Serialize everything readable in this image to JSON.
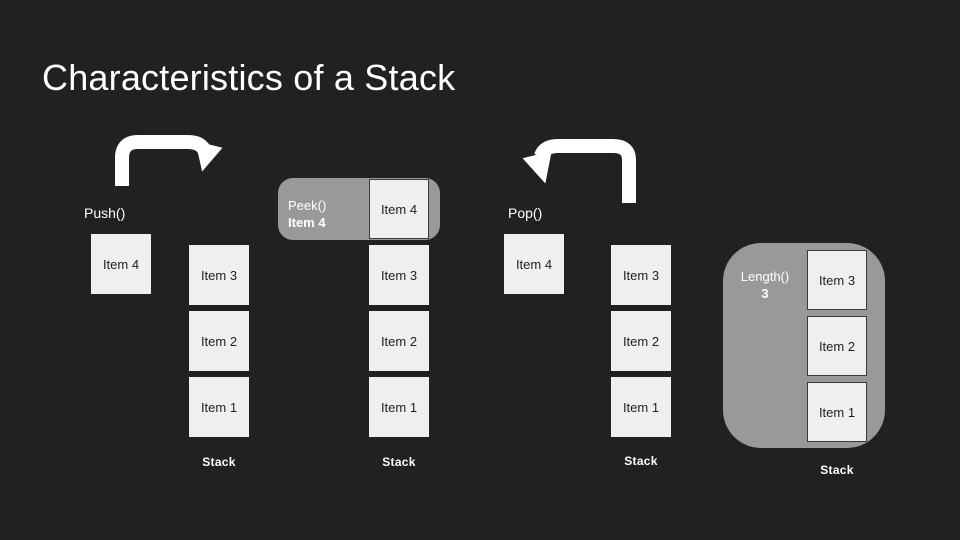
{
  "slide": {
    "title": "Characteristics of a Stack"
  },
  "colors": {
    "background": "#212121",
    "box_fill": "#efefef",
    "box_text": "#1f1f1f",
    "panel_gray": "#999999",
    "text_white": "#ffffff",
    "box_border": "#3a3a3a"
  },
  "icons": {
    "push_arrow": "curved-arrow-into-stack",
    "pop_arrow": "curved-arrow-out-of-stack"
  },
  "sections": {
    "push": {
      "label": "Push()",
      "floating_item": "Item 4",
      "stack_items": [
        "Item 3",
        "Item 2",
        "Item 1"
      ],
      "stack_label": "Stack"
    },
    "peek": {
      "label": "Peek()",
      "value": "Item 4",
      "stack_items": [
        "Item 4",
        "Item 3",
        "Item 2",
        "Item 1"
      ],
      "stack_label": "Stack"
    },
    "pop": {
      "label": "Pop()",
      "floating_item": "Item 4",
      "stack_items": [
        "Item 3",
        "Item 2",
        "Item 1"
      ],
      "stack_label": "Stack"
    },
    "length": {
      "label": "Length()",
      "value": "3",
      "stack_items": [
        "Item 3",
        "Item 2",
        "Item 1"
      ],
      "stack_label": "Stack"
    }
  }
}
